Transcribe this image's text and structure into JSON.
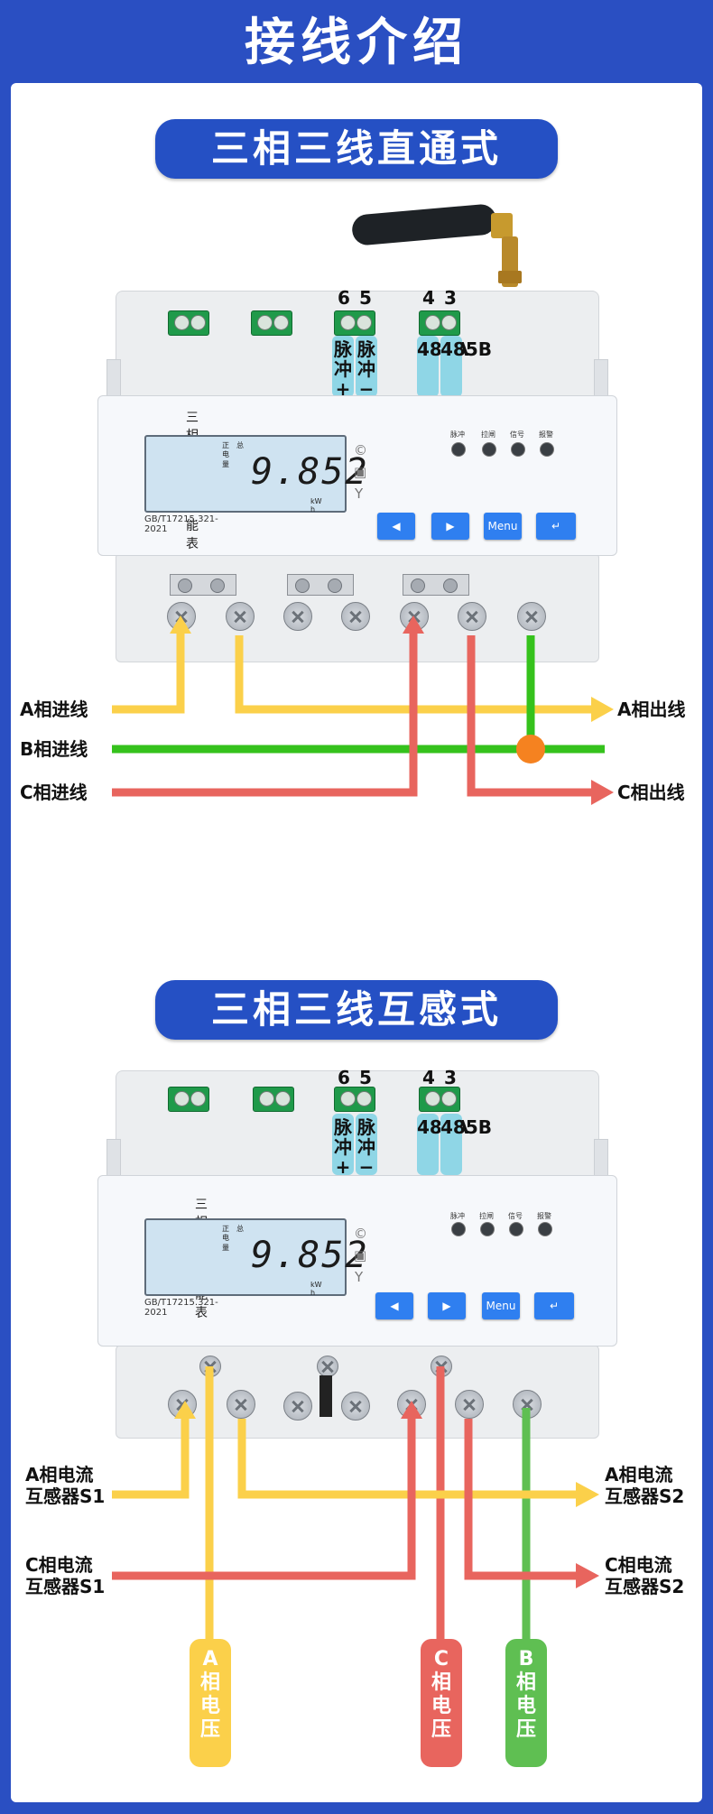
{
  "page_title": "接线介绍",
  "sections": [
    {
      "title": "三相三线直通式",
      "meter": {
        "name": "三相预付费电能表",
        "lcd_labels": [
          "正",
          "总",
          "电量"
        ],
        "reading": "9.852",
        "unit": "kW h",
        "standard": "GB/T17215.321-2021",
        "indicators": [
          "脉冲",
          "拉闸",
          "信号",
          "报警"
        ],
        "buttons": [
          "◀",
          "▶",
          "Menu",
          "↵"
        ],
        "terminal_numbers": [
          "6",
          "5",
          "4",
          "3"
        ],
        "terminal_labels": [
          "脉冲+",
          "脉冲−",
          "485A",
          "485B"
        ]
      },
      "wires": {
        "a_in": "A相进线",
        "b_in": "B相进线",
        "c_in": "C相进线",
        "a_out": "A相出线",
        "c_out": "C相出线"
      }
    },
    {
      "title": "三相三线互感式",
      "meter": {
        "name": "三相智能电能表",
        "lcd_labels": [
          "正",
          "总",
          "电量"
        ],
        "reading": "9.852",
        "unit": "kW h",
        "standard": "GB/T17215.321-2021",
        "indicators": [
          "脉冲",
          "拉闸",
          "信号",
          "报警"
        ],
        "buttons": [
          "◀",
          "▶",
          "Menu",
          "↵"
        ],
        "terminal_numbers": [
          "6",
          "5",
          "4",
          "3"
        ],
        "terminal_labels": [
          "脉冲+",
          "脉冲−",
          "485A",
          "485B"
        ]
      },
      "wires": {
        "a_ct_s1": "A相电流\n互感器S1",
        "c_ct_s1": "C相电流\n互感器S1",
        "a_ct_s2": "A相电流\n互感器S2",
        "c_ct_s2": "C相电流\n互感器S2",
        "a_voltage": "A\n相\n电\n压",
        "c_voltage": "C\n相\n电\n压",
        "b_voltage": "B\n相\n电\n压"
      }
    }
  ],
  "colors": {
    "background": "#2a4fc2",
    "phase_a": "#fbd04a",
    "phase_b": "#35c21c",
    "phase_b_alt": "#5fbf52",
    "phase_c": "#e8655e",
    "junction": "#f58220",
    "terminal_label": "#8fd6e6"
  },
  "icons": [
    "antenna-icon",
    "copyright-icon",
    "square-icon",
    "y-symbol-icon",
    "screw-icon"
  ]
}
